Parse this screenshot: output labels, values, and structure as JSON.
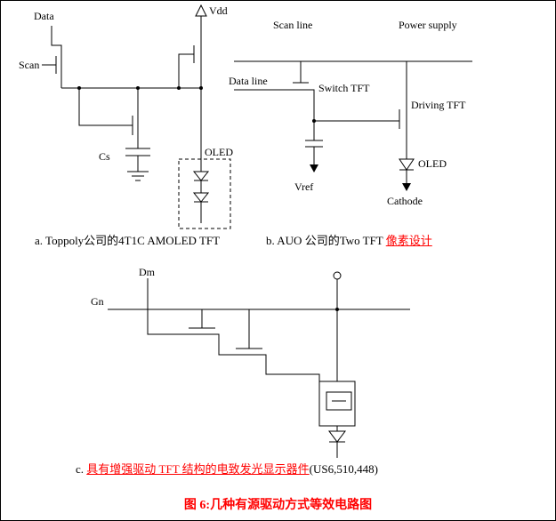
{
  "colors": {
    "wire": "#000000",
    "highlight_red": "#ff0000",
    "background": "#ffffff"
  },
  "circuit_a": {
    "labels": {
      "data": "Data",
      "scan": "Scan",
      "vdd": "Vdd",
      "cs": "Cs",
      "oled": "OLED"
    },
    "caption": "a. Toppoly公司的4T1C AMOLED TFT"
  },
  "circuit_b": {
    "labels": {
      "scan_line": "Scan line",
      "power_supply": "Power supply",
      "data_line": "Data line",
      "switch_tft": "Switch TFT",
      "driving_tft": "Driving TFT",
      "vref": "Vref",
      "oled": "OLED",
      "cathode": "Cathode"
    },
    "caption_plain": "b. AUO 公司的Two TFT ",
    "caption_highlight": "像素设计"
  },
  "circuit_c": {
    "labels": {
      "dm": "Dm",
      "gn": "Gn"
    },
    "caption_prefix": "c. ",
    "caption_highlight": "具有增强驱动 TFT 结构的电致发光显示器件",
    "caption_suffix": "(US6,510,448)"
  },
  "figure_caption": "图 6:几种有源驱动方式等效电路图"
}
